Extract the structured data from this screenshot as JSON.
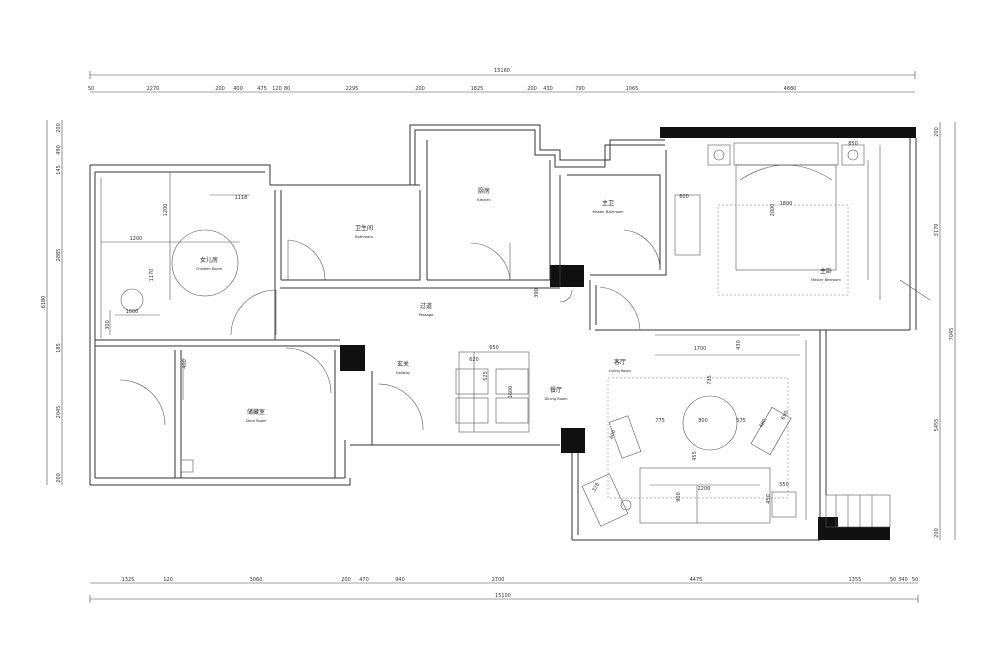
{
  "dimensions": {
    "top_total": "15160",
    "top": [
      "50",
      "2270",
      "200",
      "400",
      "475",
      "120",
      "80",
      "2295",
      "200",
      "1825",
      "200",
      "430",
      "790",
      "1065",
      "4880"
    ],
    "bottom_total": "15100",
    "bottom": [
      "1325",
      "120",
      "3060",
      "200",
      "470",
      "940",
      "2700",
      "4475",
      "1355",
      "50",
      "340",
      "50"
    ],
    "left_total": "6180",
    "left": [
      "200",
      "490",
      "145",
      "2885",
      "185",
      "2045",
      "200"
    ],
    "right_total": "7045",
    "right": [
      "200",
      "3170",
      "5455",
      "200"
    ],
    "interior": [
      "1118",
      "1200",
      "1200",
      "1170",
      "1000",
      "300",
      "600",
      "850",
      "2000",
      "1800",
      "430",
      "1700",
      "390",
      "400",
      "650",
      "620",
      "525",
      "1600",
      "735",
      "775",
      "800",
      "575",
      "480",
      "690",
      "400",
      "455",
      "328",
      "900",
      "2200",
      "550",
      "450"
    ]
  },
  "rooms": [
    {
      "zh": "女儿房",
      "en": "Children Room"
    },
    {
      "zh": "卫生间",
      "en": "Bathroom"
    },
    {
      "zh": "厨房",
      "en": "Kitchen"
    },
    {
      "zh": "主卫",
      "en": "Master Bathroom"
    },
    {
      "zh": "主卧",
      "en": "Master Bedroom"
    },
    {
      "zh": "过道",
      "en": "Passage"
    },
    {
      "zh": "玄关",
      "en": "Hallway"
    },
    {
      "zh": "客厅",
      "en": "Living Room"
    },
    {
      "zh": "餐厅",
      "en": "Dining Room"
    },
    {
      "zh": "储藏室",
      "en": "Store Room"
    }
  ]
}
